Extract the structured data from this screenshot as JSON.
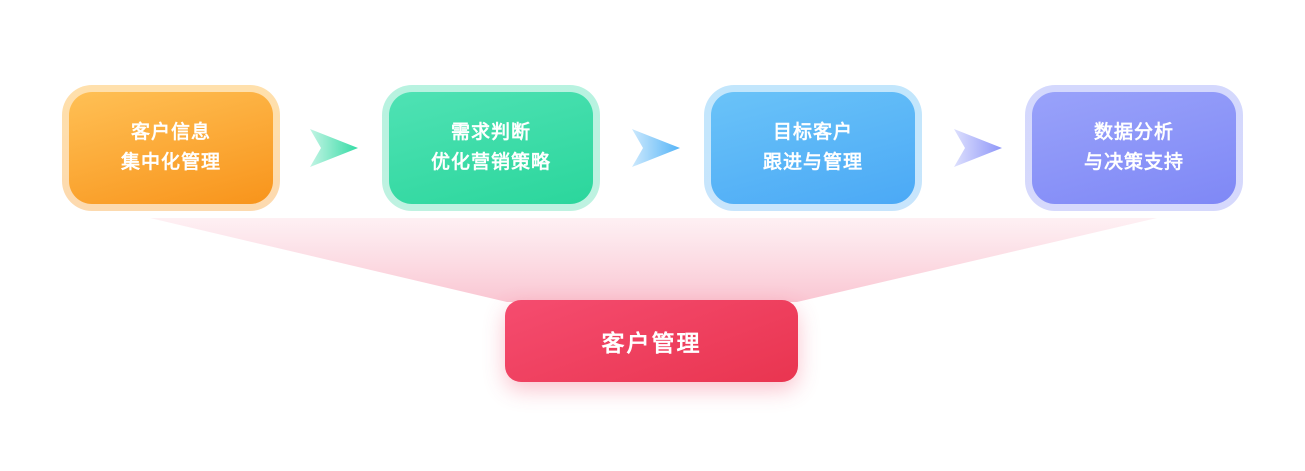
{
  "diagram": {
    "steps": [
      {
        "line1": "客户信息",
        "line2": "集中化管理",
        "color_start": "#FFC055",
        "color_end": "#F8941B"
      },
      {
        "line1": "需求判断",
        "line2": "优化营销策略",
        "color_start": "#4FE2B4",
        "color_end": "#2BD69C"
      },
      {
        "line1": "目标客户",
        "line2": "跟进与管理",
        "color_start": "#6AC3F8",
        "color_end": "#4BA9F6"
      },
      {
        "line1": "数据分析",
        "line2": "与决策支持",
        "color_start": "#99A2FA",
        "color_end": "#7F88F6"
      }
    ],
    "arrows": [
      {
        "icon": "arrow-right-icon",
        "color": "#35DBA5"
      },
      {
        "icon": "arrow-right-icon",
        "color": "#55B4F7"
      },
      {
        "icon": "arrow-right-icon",
        "color": "#8E96F8"
      }
    ],
    "funnel": {
      "color": "#EF4E74"
    },
    "result": {
      "label": "客户管理",
      "color_start": "#F54C6F",
      "color_end": "#E93550"
    }
  }
}
